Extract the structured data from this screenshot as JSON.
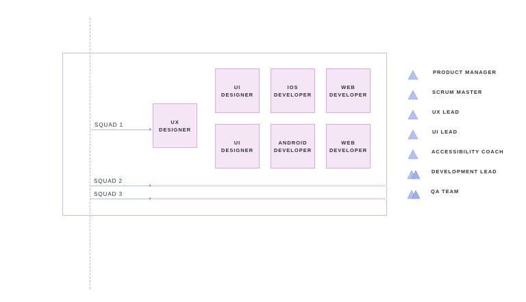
{
  "colors": {
    "role_fill": "#f5e6f6",
    "role_border": "#d9a9dc",
    "frame": "#b8c4ee",
    "triangle": "#b3c2f0"
  },
  "squads": [
    {
      "label": "SQUAD 1"
    },
    {
      "label": "SQUAD 2"
    },
    {
      "label": "SQUAD 3"
    }
  ],
  "squad1_roles": {
    "ux_designer": "UX\nDESIGNER",
    "ui_designer_top": "UI\nDESIGNER",
    "ios_developer": "IOS\nDEVELOPER",
    "web_developer_top": "WEB\nDEVELOPER",
    "ui_designer_bottom": "UI\nDESIGNER",
    "android_developer": "ANDROID\nDEVELOPER",
    "web_developer_bottom": "WEB\nDEVELOPER"
  },
  "legend": [
    {
      "label": "PRODUCT MANAGER",
      "icon": "single-triangle-icon"
    },
    {
      "label": "SCRUM MASTER",
      "icon": "single-triangle-icon"
    },
    {
      "label": "UX LEAD",
      "icon": "single-triangle-icon"
    },
    {
      "label": "UI LEAD",
      "icon": "single-triangle-icon"
    },
    {
      "label": "ACCESSIBILITY COACH",
      "icon": "single-triangle-icon"
    },
    {
      "label": "DEVELOPMENT LEAD",
      "icon": "double-triangle-icon"
    },
    {
      "label": "QA TEAM",
      "icon": "double-triangle-icon"
    }
  ]
}
